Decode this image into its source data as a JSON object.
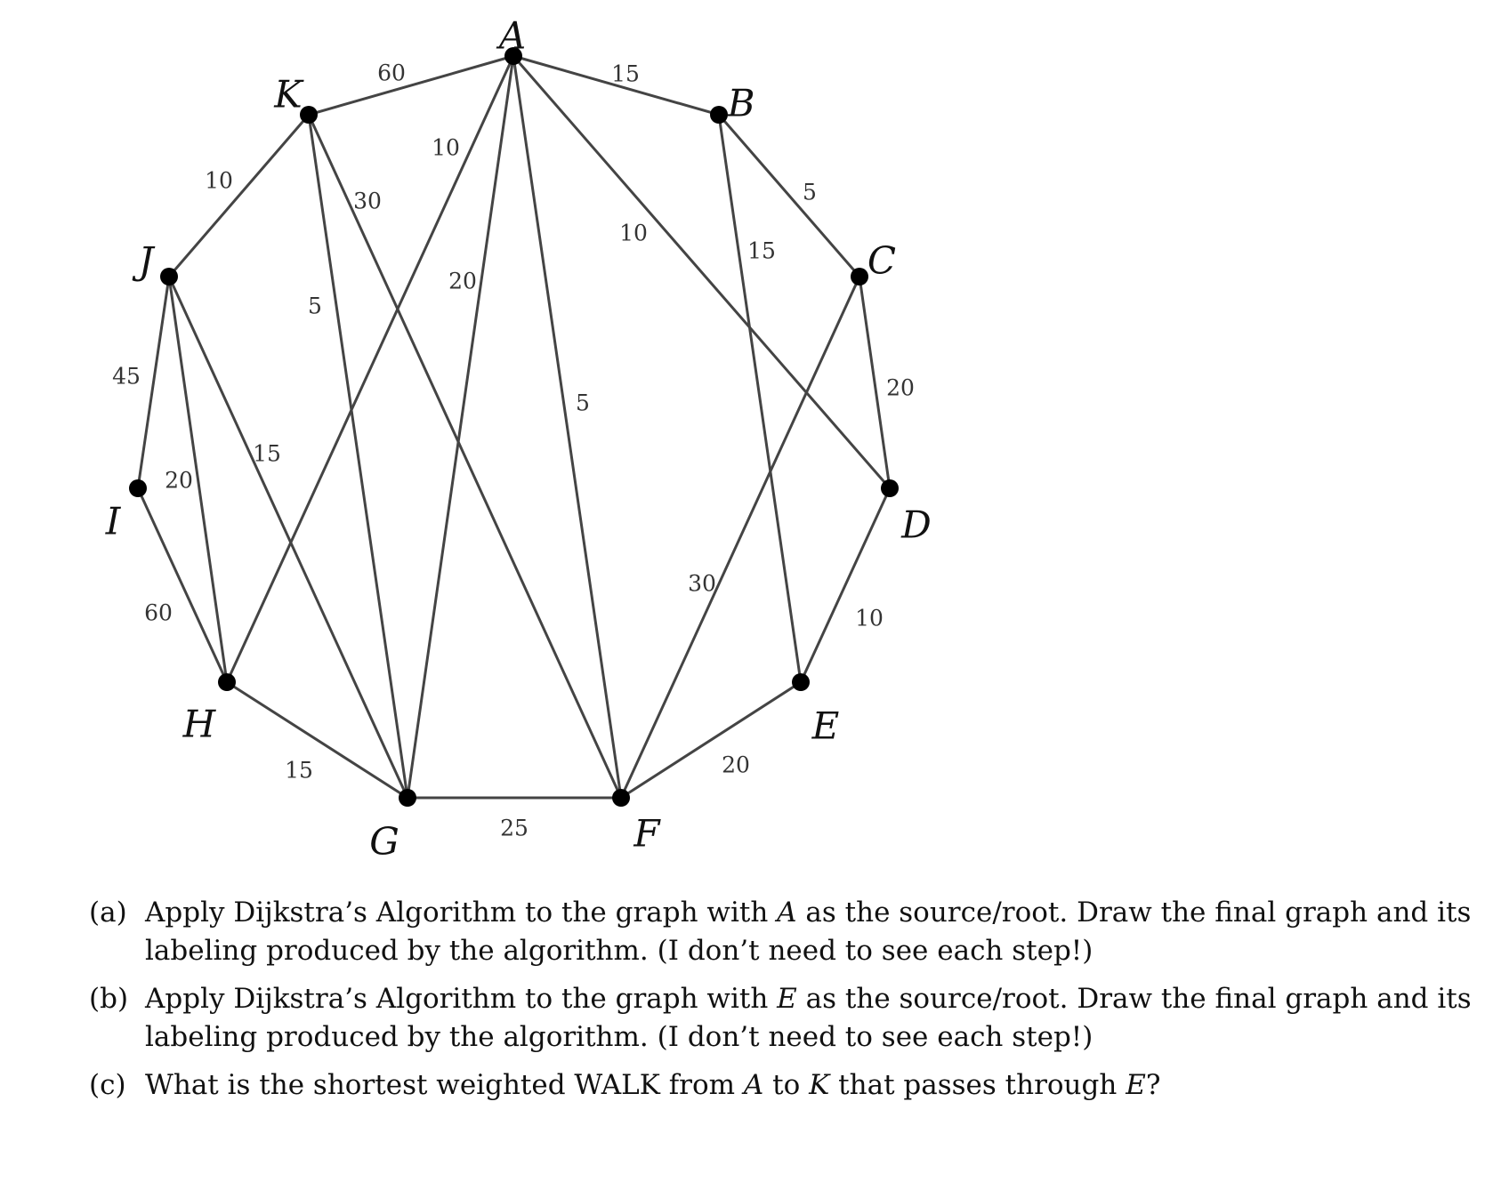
{
  "graph": {
    "vertices": [
      {
        "id": "A",
        "label": "A"
      },
      {
        "id": "B",
        "label": "B"
      },
      {
        "id": "C",
        "label": "C"
      },
      {
        "id": "D",
        "label": "D"
      },
      {
        "id": "E",
        "label": "E"
      },
      {
        "id": "F",
        "label": "F"
      },
      {
        "id": "G",
        "label": "G"
      },
      {
        "id": "H",
        "label": "H"
      },
      {
        "id": "I",
        "label": "I"
      },
      {
        "id": "J",
        "label": "J"
      },
      {
        "id": "K",
        "label": "K"
      }
    ],
    "edges": [
      {
        "from": "K",
        "to": "A",
        "weight": "60"
      },
      {
        "from": "A",
        "to": "B",
        "weight": "15"
      },
      {
        "from": "B",
        "to": "C",
        "weight": "5"
      },
      {
        "from": "C",
        "to": "D",
        "weight": "20"
      },
      {
        "from": "D",
        "to": "E",
        "weight": "10"
      },
      {
        "from": "E",
        "to": "F",
        "weight": "20"
      },
      {
        "from": "F",
        "to": "G",
        "weight": "25"
      },
      {
        "from": "G",
        "to": "H",
        "weight": "15"
      },
      {
        "from": "H",
        "to": "I",
        "weight": "60"
      },
      {
        "from": "I",
        "to": "J",
        "weight": "45"
      },
      {
        "from": "J",
        "to": "K",
        "weight": "10"
      },
      {
        "from": "A",
        "to": "H",
        "weight": "10"
      },
      {
        "from": "A",
        "to": "G",
        "weight": "20"
      },
      {
        "from": "A",
        "to": "F",
        "weight": "5"
      },
      {
        "from": "A",
        "to": "D",
        "weight": "10"
      },
      {
        "from": "K",
        "to": "F",
        "weight": "30"
      },
      {
        "from": "K",
        "to": "G",
        "weight": "5"
      },
      {
        "from": "B",
        "to": "E",
        "weight": "15"
      },
      {
        "from": "C",
        "to": "F",
        "weight": "30"
      },
      {
        "from": "J",
        "to": "H",
        "weight": "20"
      },
      {
        "from": "J",
        "to": "G",
        "weight": "15"
      }
    ]
  },
  "questions": [
    {
      "marker": "(a)",
      "parts": [
        "Apply Dijkstra’s Algorithm to the graph with ",
        "A",
        " as the source/root. Draw the final graph and its labeling produced by the algorithm. (I don’t need to see each step!)"
      ]
    },
    {
      "marker": "(b)",
      "parts": [
        "Apply Dijkstra’s Algorithm to the graph with ",
        "E",
        " as the source/root. Draw the final graph and its labeling produced by the algorithm. (I don’t need to see each step!)"
      ]
    },
    {
      "marker": "(c)",
      "parts": [
        "What is the shortest weighted WALK from ",
        "A",
        " to ",
        "K",
        " that passes through ",
        "E",
        "?"
      ]
    }
  ]
}
